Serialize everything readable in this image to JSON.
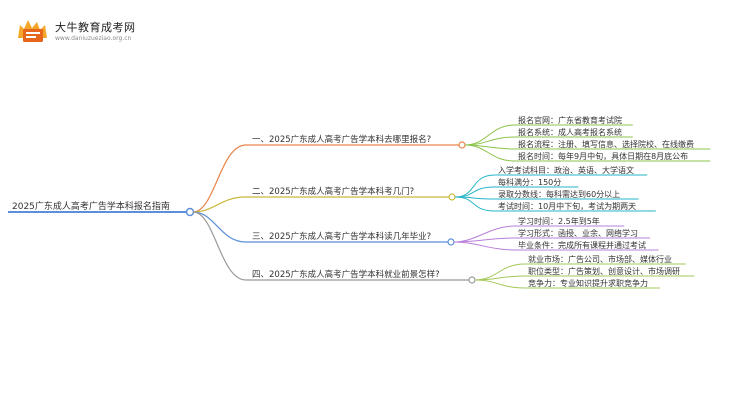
{
  "brand": {
    "name": "大牛教育成考网",
    "url": "www.daniuzueziao.org.cn"
  },
  "mindmap": {
    "root": "2025广东成人高考广告学本科报名指南",
    "branches": [
      {
        "title": "一、2025广东成人高考广告学本科去哪里报名?",
        "color": "#e9844a",
        "leaf_color": "#8bc34a",
        "leaves": [
          "报名官网：广东省教育考试院",
          "报名系统：成人高考报名系统",
          "报名流程：注册、填写信息、选择院校、在线缴费",
          "报名时间：每年9月中旬，具体日期在8月底公布"
        ]
      },
      {
        "title": "二、2025广东成人高考广告学本科考几门?",
        "color": "#c9b93c",
        "leaf_color": "#26b5c7",
        "leaves": [
          "入学考试科目：政治、英语、大学语文",
          "每科满分：150分",
          "录取分数线：每科需达到60分以上",
          "考试时间：10月中下旬，考试为期两天"
        ]
      },
      {
        "title": "三、2025广东成人高考广告学本科读几年毕业?",
        "color": "#5b8fd6",
        "leaf_color": "#b97fd9",
        "leaves": [
          "学习时间：2.5年到5年",
          "学习形式：函授、业余、网络学习",
          "毕业条件：完成所有课程并通过考试"
        ]
      },
      {
        "title": "四、2025广东成人高考广告学本科就业前景怎样?",
        "color": "#9a9a9a",
        "leaf_color": "#a3c95a",
        "leaves": [
          "就业市场：广告公司、市场部、媒体行业",
          "职位类型：广告策划、创意设计、市场调研",
          "竞争力：专业知识提升求职竞争力"
        ]
      }
    ],
    "root_color": "#5b8fd6"
  }
}
